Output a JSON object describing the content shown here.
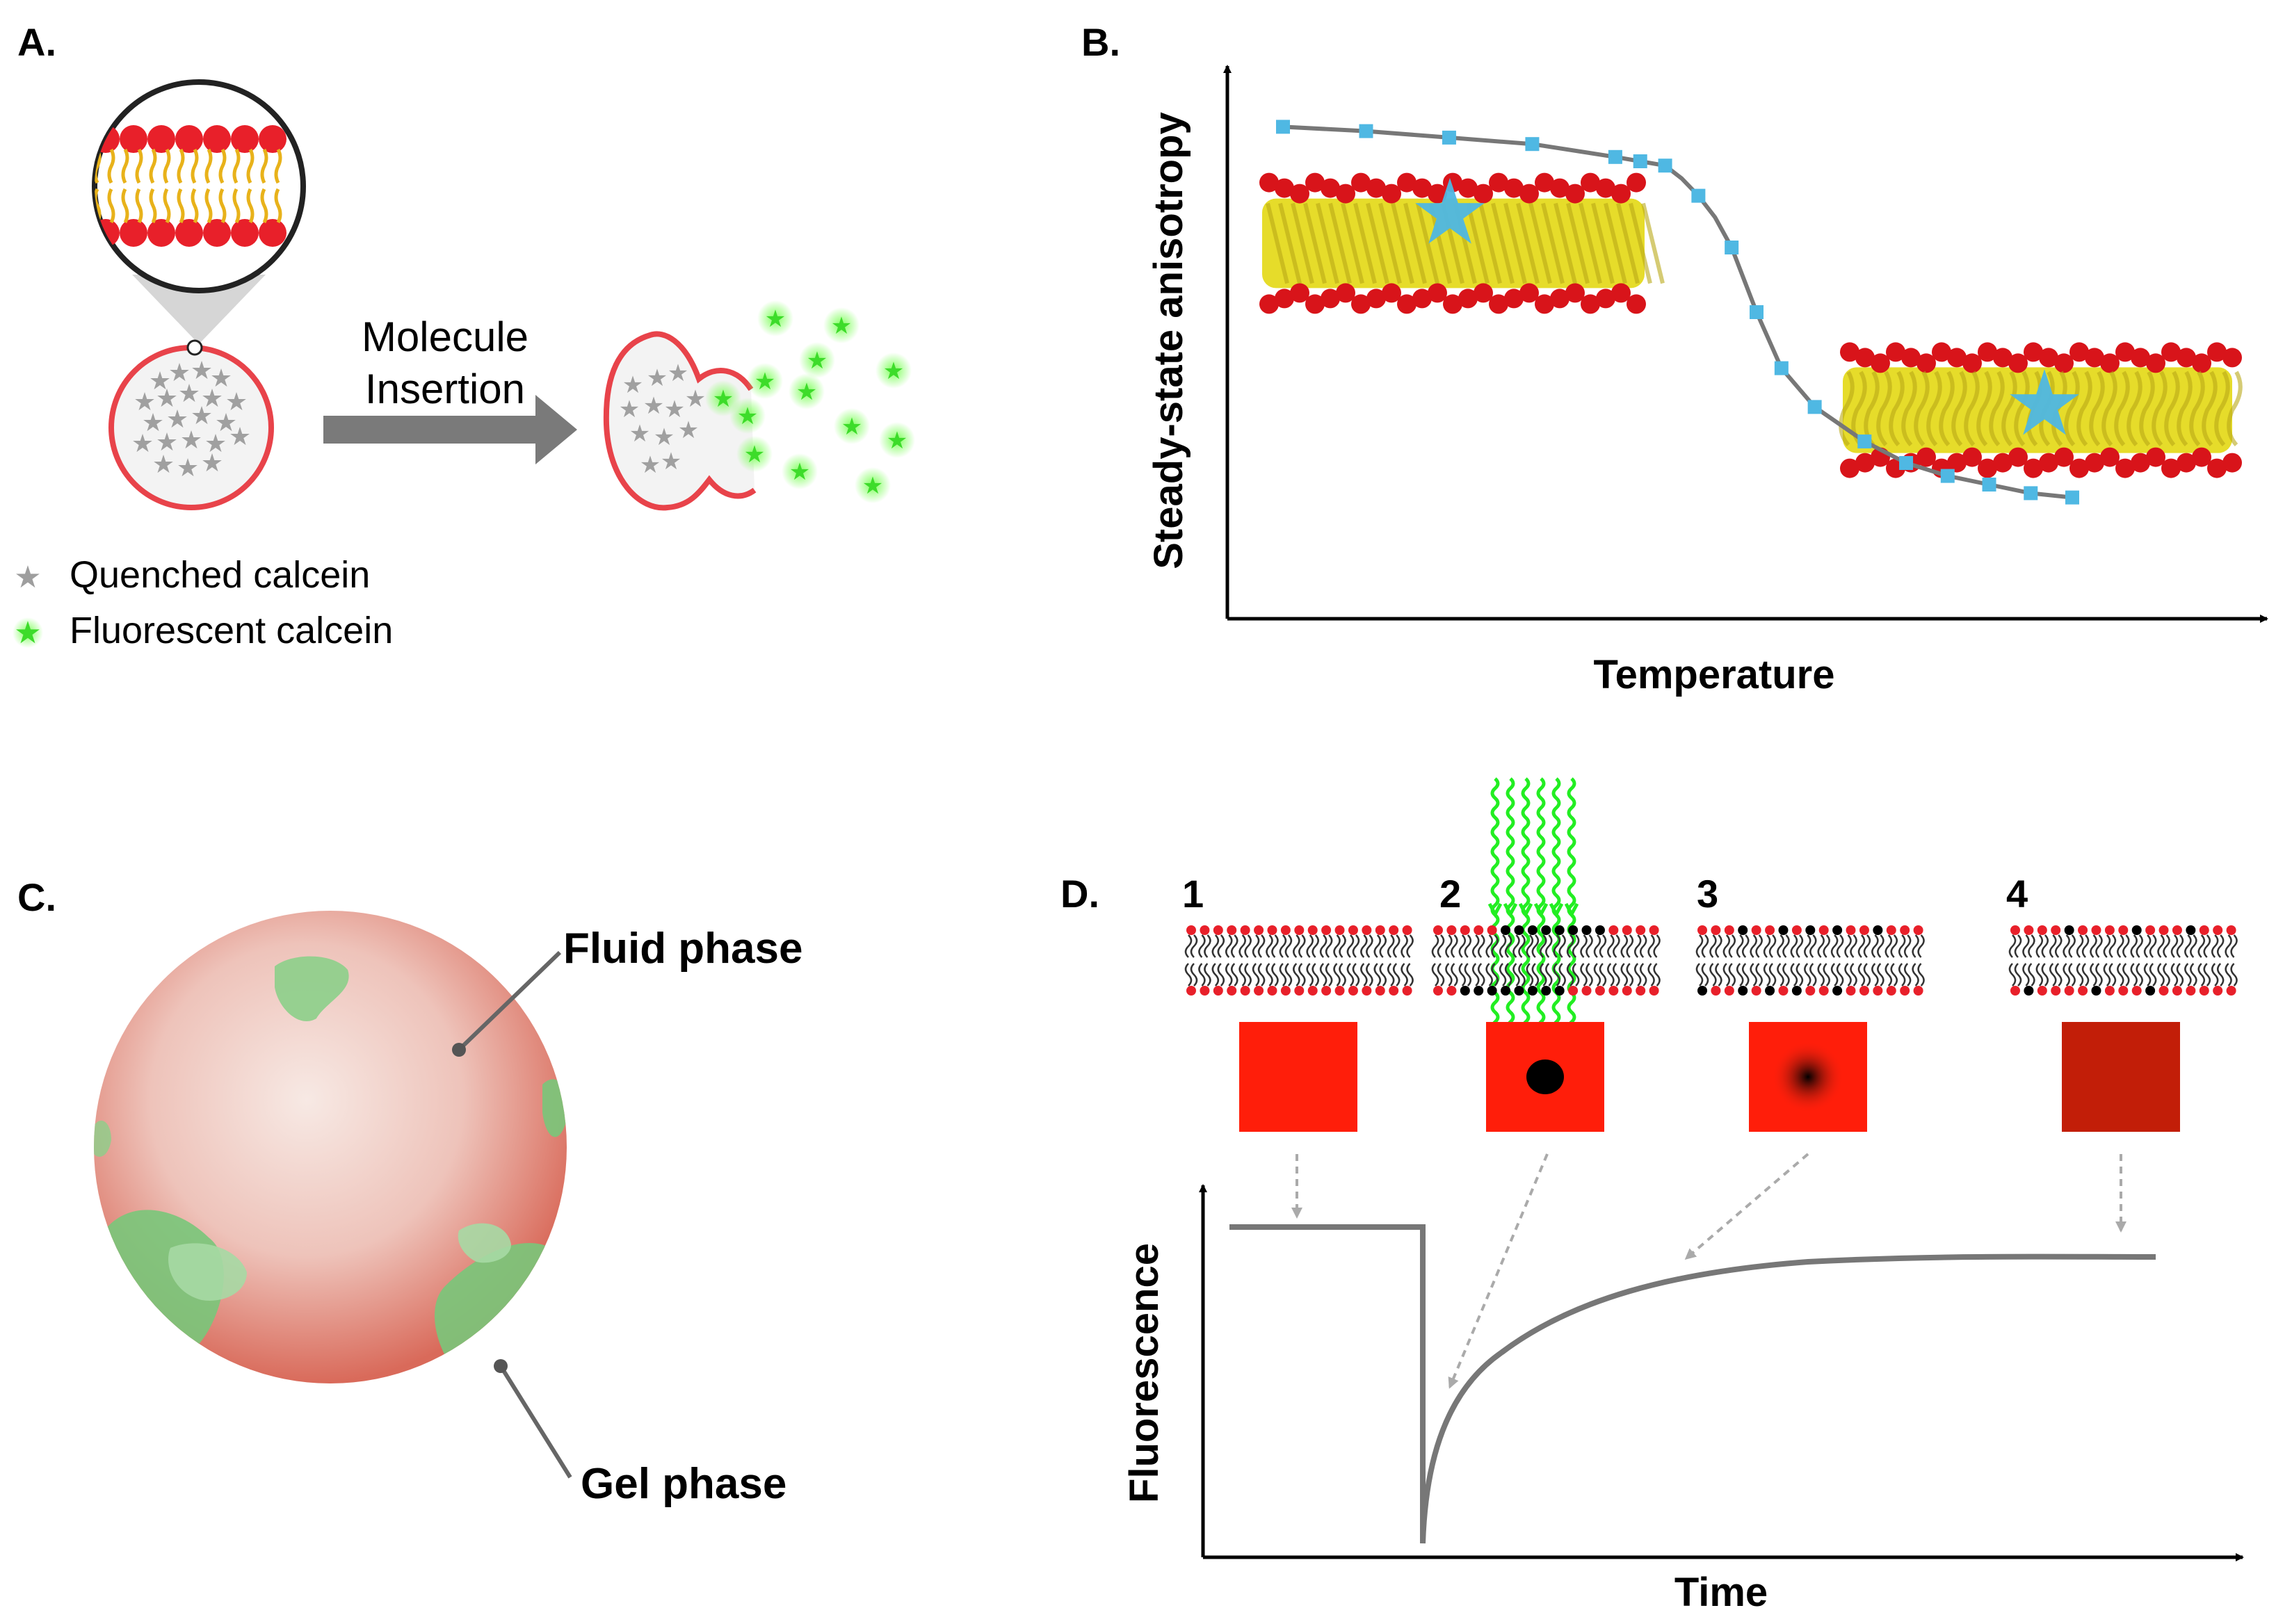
{
  "panels": {
    "a": {
      "letter": "A.",
      "arrow_label_line1": "Molecule",
      "arrow_label_line2": "Insertion",
      "legend": [
        {
          "label": "Quenched calcein",
          "color": "#9e9e9e"
        },
        {
          "label": "Fluorescent calcein",
          "color": "#3ddc2a"
        }
      ]
    },
    "b": {
      "letter": "B.",
      "ylabel": "Steady-state anisotropy",
      "xlabel": "Temperature"
    },
    "c": {
      "letter": "C.",
      "fluid_label": "Fluid phase",
      "gel_label": "Gel phase"
    },
    "d": {
      "letter": "D.",
      "steps": [
        "1",
        "2",
        "3",
        "4"
      ],
      "ylabel": "Fluorescence",
      "xlabel": "Time"
    }
  },
  "colors": {
    "lipid_head": "#e8202a",
    "lipid_tail": "#e8b21a",
    "marker": "#4fb8e3",
    "gray": "#777777",
    "green": "#3ddc2a"
  },
  "chart_data": {
    "type": "line",
    "title": "",
    "xlabel": "Temperature",
    "ylabel": "Steady-state anisotropy",
    "x": [
      0,
      1,
      2,
      3,
      4,
      4.3,
      4.6,
      4.8,
      5.0,
      5.2,
      5.4,
      5.7,
      6.0,
      6.4,
      7.0,
      7.5,
      8.0,
      8.5,
      9.0,
      9.5
    ],
    "values": [
      0.98,
      0.97,
      0.955,
      0.94,
      0.91,
      0.9,
      0.89,
      0.86,
      0.82,
      0.77,
      0.7,
      0.55,
      0.42,
      0.33,
      0.25,
      0.2,
      0.17,
      0.15,
      0.13,
      0.12
    ],
    "ylim": [
      0,
      1
    ],
    "grid": false
  }
}
